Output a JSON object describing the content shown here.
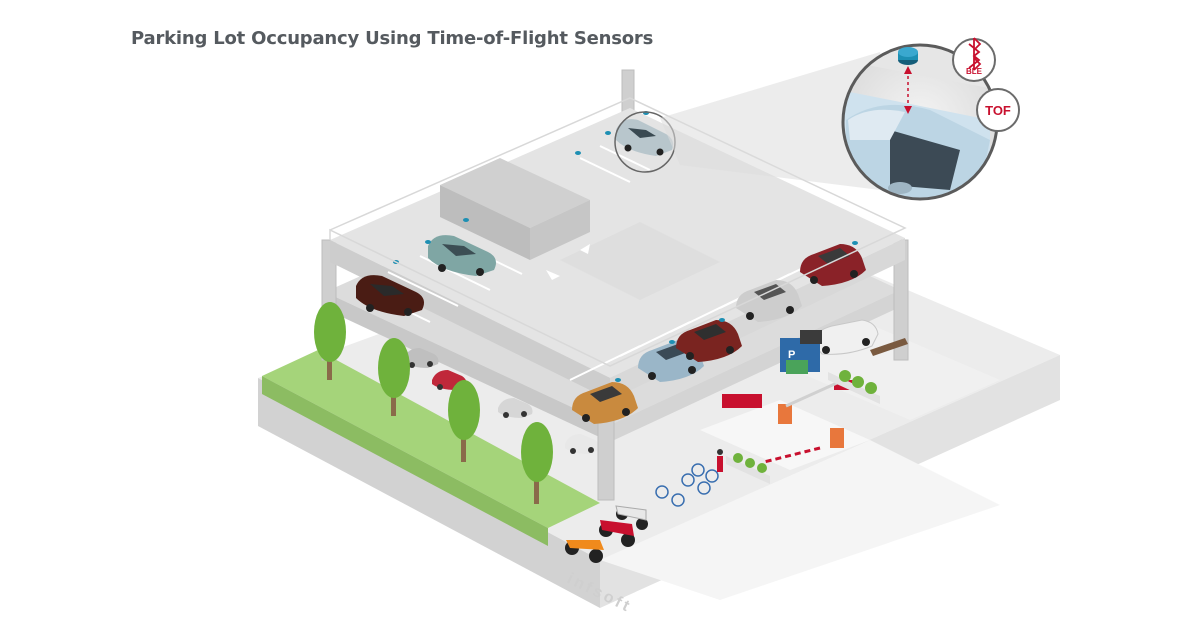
{
  "title": "Parking Lot Occupancy Using Time-of-Flight Sensors",
  "badges": {
    "ble": "BLE",
    "tof": "TOF"
  },
  "watermark": "infsoft",
  "parking_sign": "P",
  "icons": [
    "bluetooth-icon",
    "parking-sign-icon",
    "tree-icon",
    "car-icon",
    "bicycle-icon",
    "motorcycle-icon",
    "barrier-gate-icon",
    "sensor-icon"
  ],
  "colors": {
    "title": "#555a5f",
    "accent_red": "#c8102e",
    "sensor_blue": "#1d8fb3",
    "grass": "#a5d47a",
    "concrete": "#d9d9d9"
  }
}
